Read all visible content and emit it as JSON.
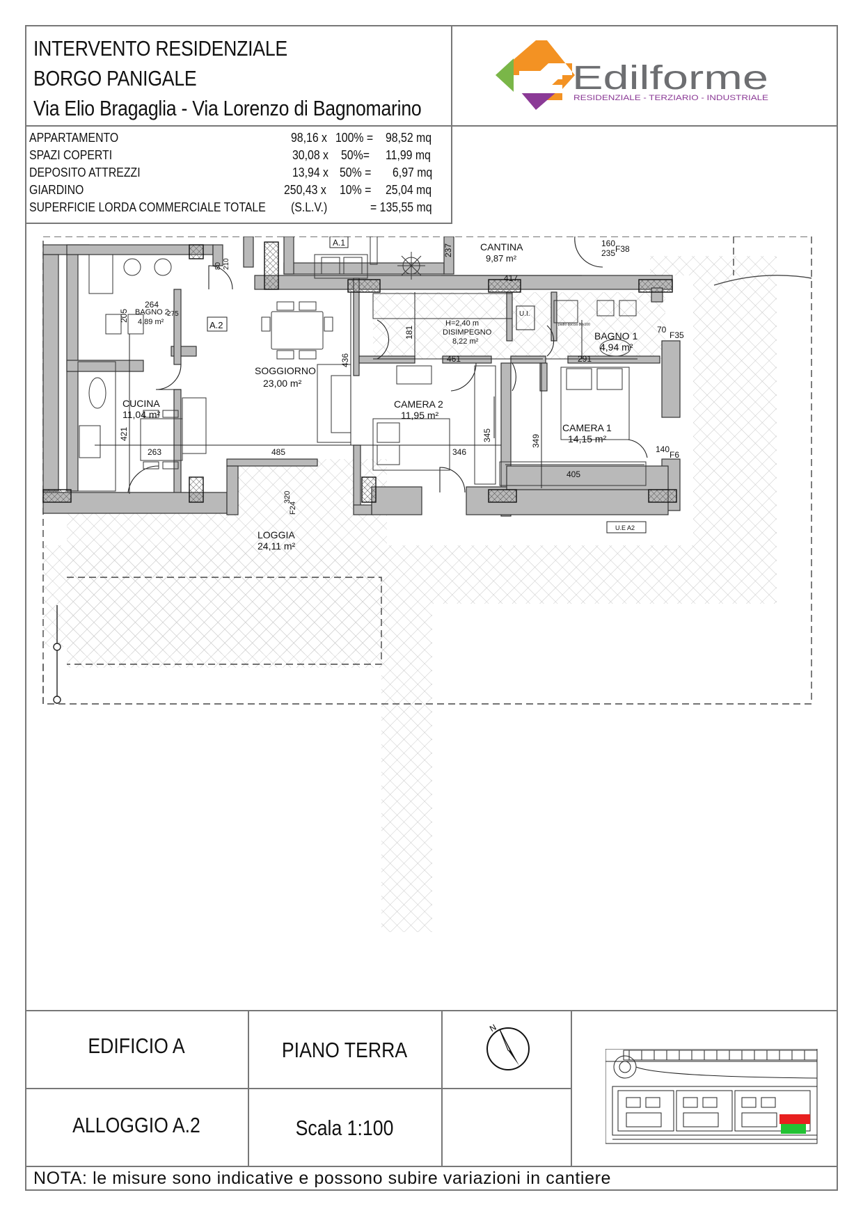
{
  "header": {
    "title_lines": [
      "INTERVENTO RESIDENZIALE",
      "BORGO PANIGALE",
      "Via Elio Bragaglia - Via Lorenzo di Bagnomarino"
    ],
    "logo": {
      "name": "Edilforme",
      "tagline": "RESIDENZIALE - TERZIARIO - INDUSTRIALE",
      "colors": {
        "orange": "#f39223",
        "green": "#7ab648",
        "purple": "#8b3a96",
        "white": "#ffffff",
        "text": "#6d6e71"
      }
    }
  },
  "areas": [
    {
      "label": "APPARTAMENTO",
      "value": "98,16 x",
      "pct": "100% =",
      "result": "98,52 mq"
    },
    {
      "label": "SPAZI COPERTI",
      "value": "30,08 x",
      "pct": "50%=",
      "result": "11,99 mq"
    },
    {
      "label": "DEPOSITO ATTREZZI",
      "value": "13,94 x",
      "pct": "50% =",
      "result": "6,97 mq"
    },
    {
      "label": "GIARDINO",
      "value": "250,43 x",
      "pct": "10% =",
      "result": "25,04 mq"
    },
    {
      "label": "SUPERFICIE LORDA COMMERCIALE TOTALE",
      "value": "(S.L.V.)",
      "pct": "",
      "result": "= 135,55 mq"
    }
  ],
  "plan": {
    "unit_labels": [
      "A.1",
      "A.2"
    ],
    "rooms": [
      {
        "name": "CANTINA",
        "area": "9,87 m²"
      },
      {
        "name": "BAGNO 2",
        "area": "4,89 m²"
      },
      {
        "name": "SOGGIORNO",
        "area": "23,00 m²"
      },
      {
        "name": "CUCINA",
        "area": "11,04 m²"
      },
      {
        "name": "DISIMPEGNO",
        "area": "8,22 m²",
        "height": "H=2,40 m"
      },
      {
        "name": "CAMERA 2",
        "area": "11,95 m²"
      },
      {
        "name": "CAMERA 1",
        "area": "14,15 m²"
      },
      {
        "name": "BAGNO 1",
        "area": "4,94 m²"
      },
      {
        "name": "LOGGIA",
        "area": "24,11 m²"
      }
    ],
    "dimensions": [
      "237",
      "417",
      "160",
      "235",
      "F38",
      "80",
      "210",
      "264",
      "275",
      "205",
      "436",
      "181",
      "461",
      "291",
      "70",
      "F35",
      "421",
      "263",
      "485",
      "346",
      "345",
      "349",
      "405",
      "140",
      "F6",
      "320",
      "F24",
      "U.I.",
      "U.E A2",
      "piatto doccia 80x100"
    ]
  },
  "footer": {
    "building": "EDIFICIO A",
    "floor": "PIANO TERRA",
    "unit": "ALLOGGIO A.2",
    "scale": "Scala 1:100",
    "north": "N",
    "note": "NOTA: le misure sono indicative e possono subire variazioni in cantiere",
    "site_colors": {
      "selected_unit": "#e8201f",
      "garden": "#22c234"
    }
  }
}
